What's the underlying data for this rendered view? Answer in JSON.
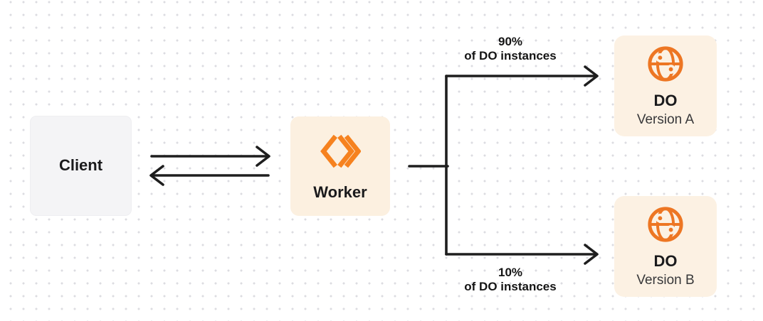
{
  "nodes": {
    "client": {
      "label": "Client"
    },
    "worker": {
      "label": "Worker",
      "icon": "cloudflare-workers-icon"
    },
    "do_version_a": {
      "title": "DO",
      "subtitle": "Version A",
      "icon": "durable-object-globe-icon"
    },
    "do_version_b": {
      "title": "DO",
      "subtitle": "Version B",
      "icon": "durable-object-globe-icon"
    }
  },
  "edges": {
    "client_worker": {
      "direction": "bidirectional"
    },
    "worker_do_a": {
      "percent": "90%",
      "caption": "of DO instances"
    },
    "worker_do_b": {
      "percent": "10%",
      "caption": "of DO instances"
    }
  },
  "colors": {
    "workers_orange": "#F6821F",
    "globe_orange": "#ED7623",
    "cream_box": "#FCF1E3",
    "gray_box": "#F4F4F6",
    "connector_dark": "#1E1E1E",
    "dot_grid": "#DCDCE1",
    "title_text": "#1A1A1C",
    "subtitle_text": "#38383A"
  }
}
